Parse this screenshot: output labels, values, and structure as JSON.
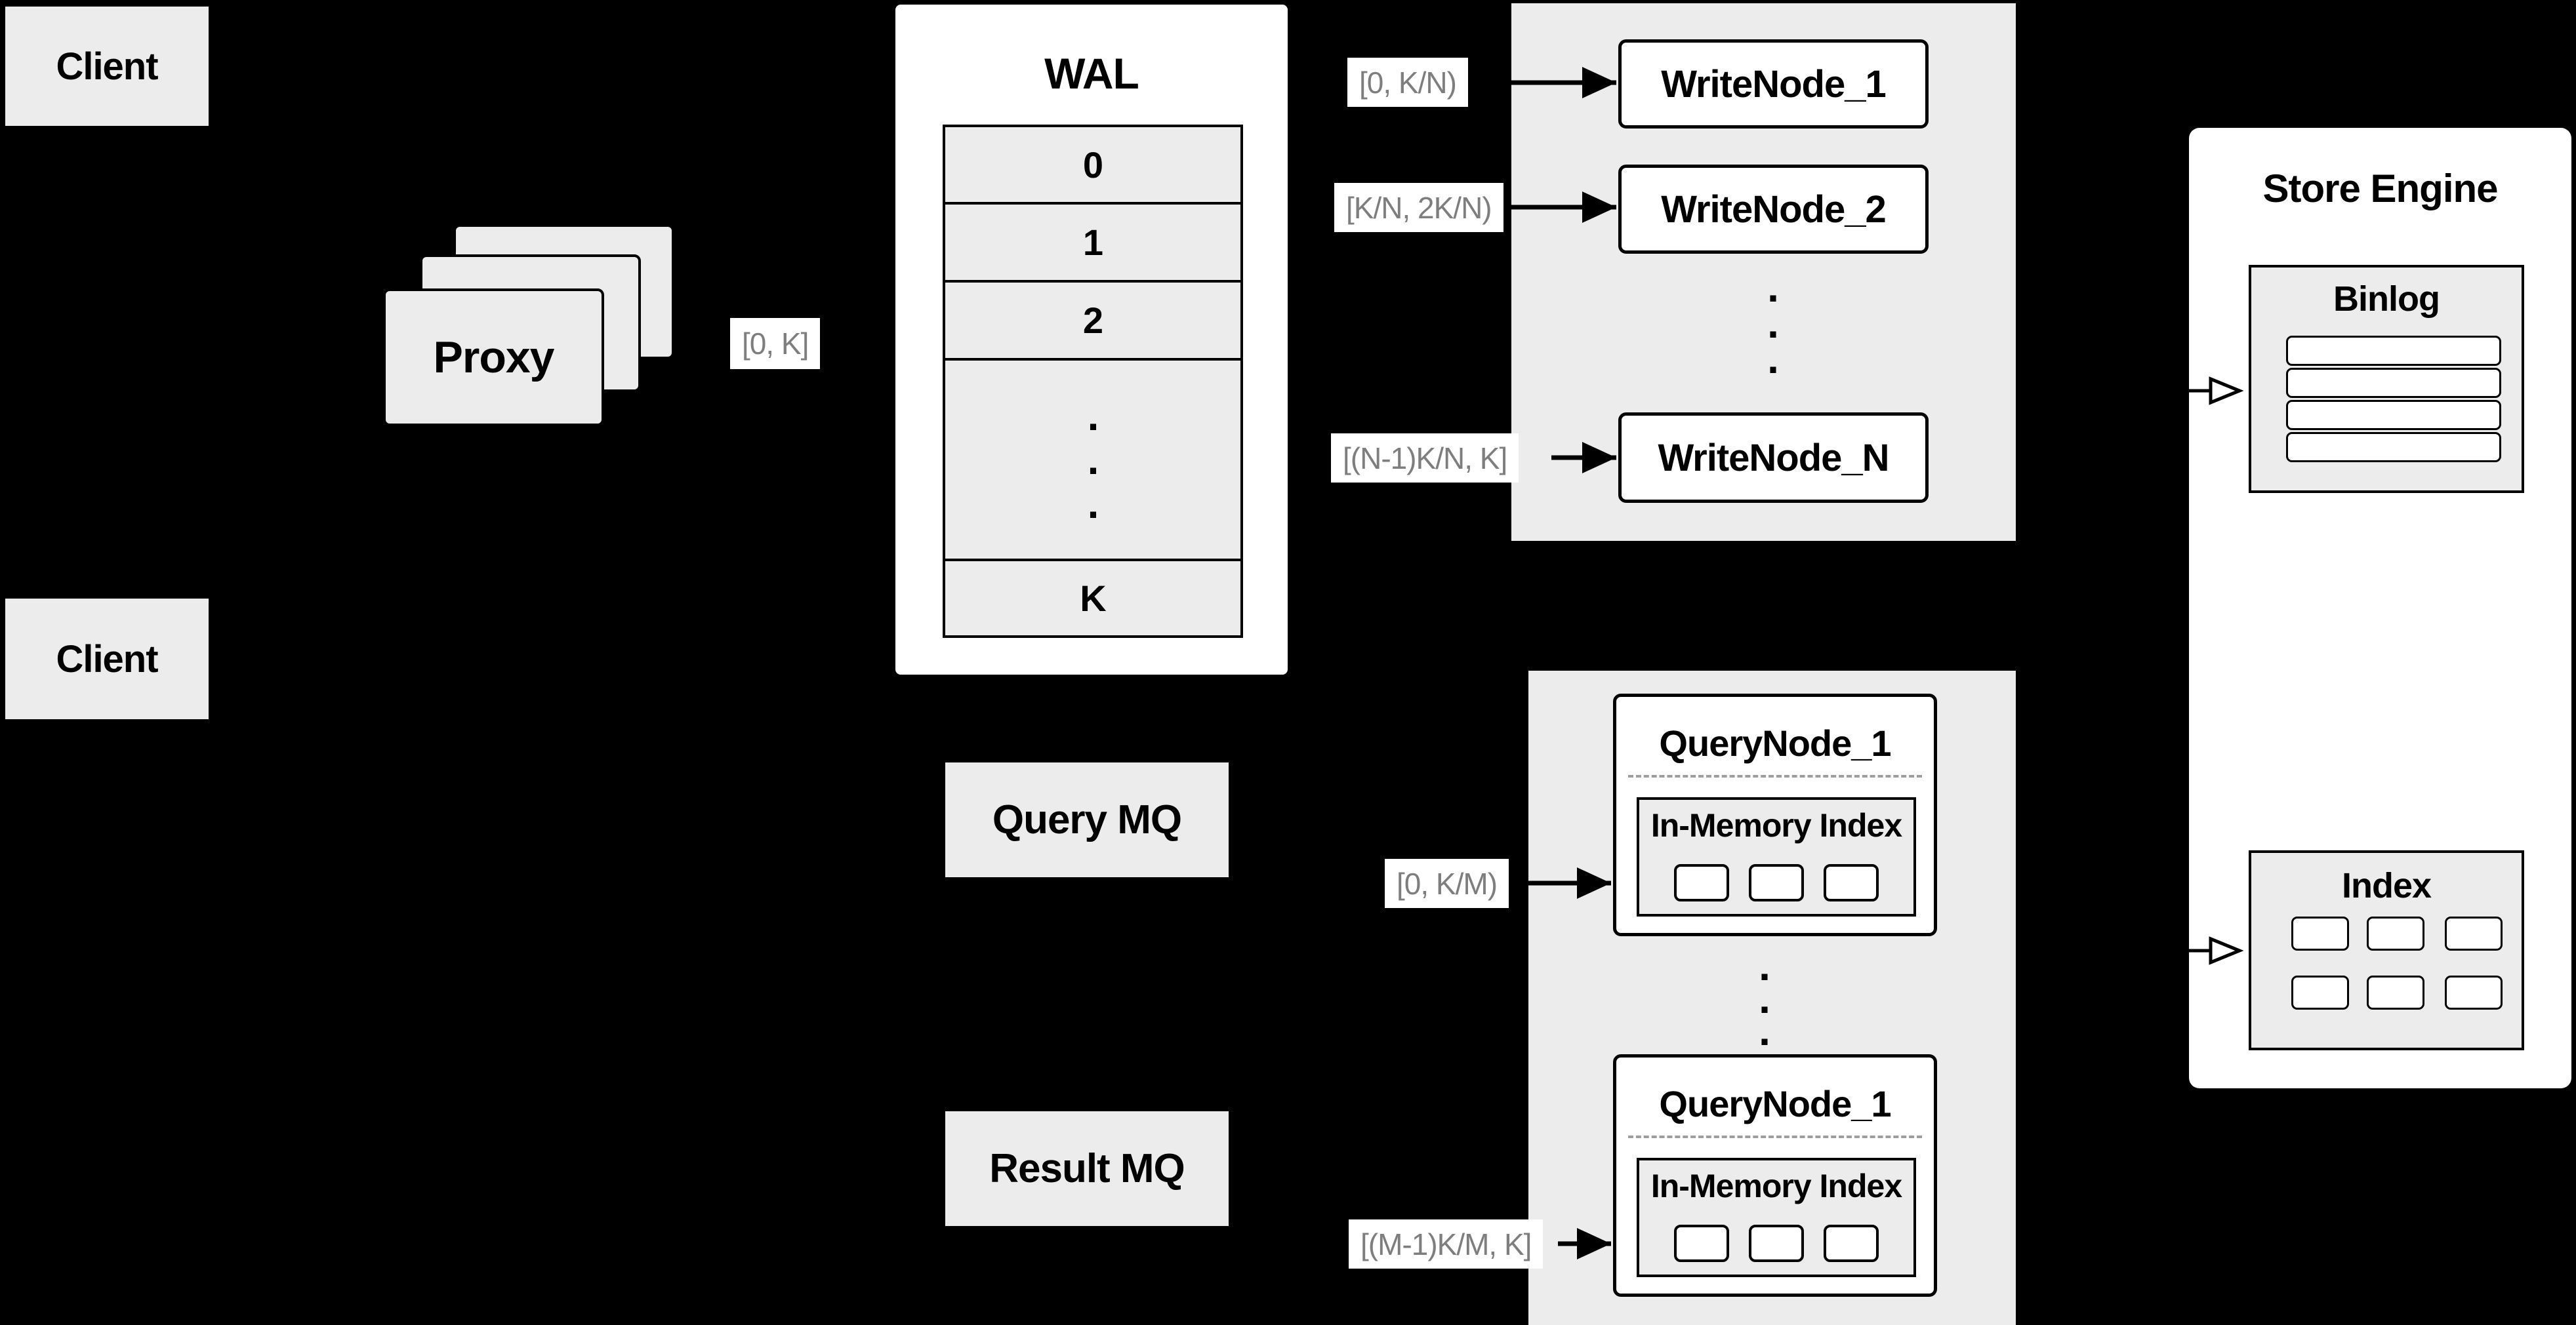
{
  "diagram": {
    "clients": {
      "top": "Client",
      "bottom": "Client"
    },
    "proxy": {
      "label": "Proxy"
    },
    "wal": {
      "title": "WAL",
      "rows": [
        "0",
        "1",
        "2",
        "K"
      ]
    },
    "write_group": {
      "node_1": "WriteNode_1",
      "node_2": "WriteNode_2",
      "node_n": "WriteNode_N"
    },
    "query_group": {
      "node_top": "QueryNode_1",
      "node_bottom": "QueryNode_1",
      "memory_index": "In-Memory Index"
    },
    "mq": {
      "query": "Query MQ",
      "result": "Result MQ"
    },
    "store_engine": {
      "title": "Store Engine",
      "binlog": "Binlog",
      "index": "Index"
    },
    "edge_labels": {
      "proxy_to_wal": "[0, K]",
      "write_1": "[0,  K/N)",
      "write_2": "[K/N, 2K/N)",
      "write_n": "[(N-1)K/N,  K]",
      "query_1": "[0, K/M)",
      "query_m": "[(M-1)K/M, K]"
    },
    "glyphs": {
      "dot": "."
    },
    "colors": {
      "background": "#000000",
      "panel_gray": "#ececec",
      "node_white": "#ffffff",
      "line_black": "#000000",
      "label_text": "#7e7e7e",
      "dashed_gray": "#9e9e9e"
    }
  }
}
